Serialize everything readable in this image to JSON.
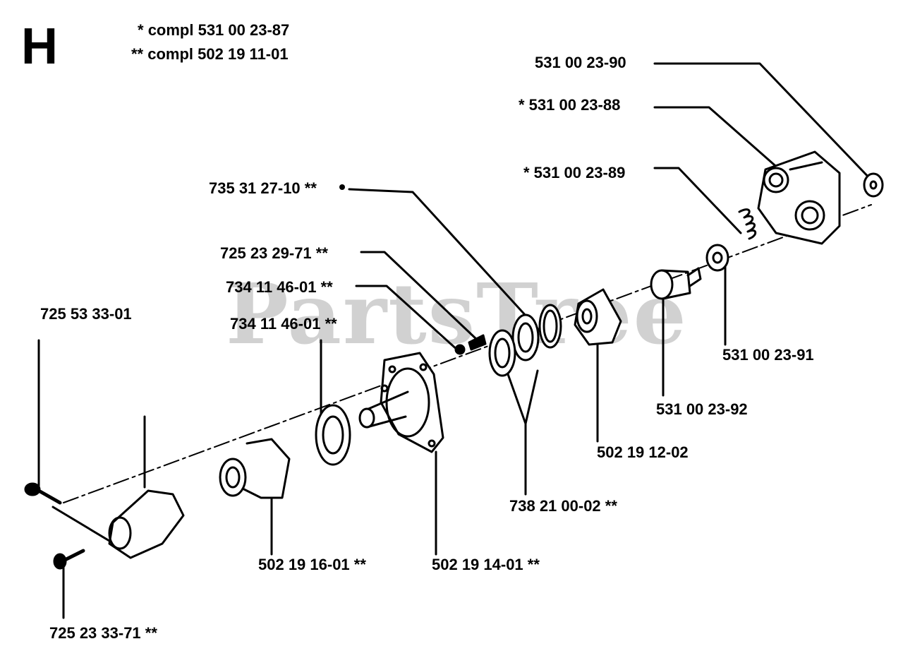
{
  "section_letter": "H",
  "watermark": "PartsTree",
  "notes": [
    {
      "mark": "*",
      "text": "compl 531 00 23-87"
    },
    {
      "mark": "**",
      "text": "compl 502 19 11-01"
    }
  ],
  "labels": {
    "p531_00_23_90": "531 00 23-90",
    "p531_00_23_88": "* 531 00 23-88",
    "p531_00_23_89": "* 531 00 23-89",
    "p735_31_27_10": "735 31 27-10 **",
    "p725_23_29_71": "725 23 29-71 **",
    "p734_11_46_01_a": "734 11 46-01 **",
    "p734_11_46_01_b": "734 11 46-01 **",
    "p725_53_33_01": "725 53 33-01",
    "p531_00_23_91": "531 00 23-91",
    "p531_00_23_92": "531 00 23-92",
    "p502_19_12_02": "502 19 12-02",
    "p738_21_00_02": "738 21 00-02 **",
    "p502_19_16_01": "502 19 16-01 **",
    "p502_19_14_01": "502 19 14-01 **",
    "p725_23_33_71": "725 23 33-71 **"
  },
  "colors": {
    "ink": "#000000",
    "watermark": "#c9c9c9",
    "background": "#ffffff"
  }
}
